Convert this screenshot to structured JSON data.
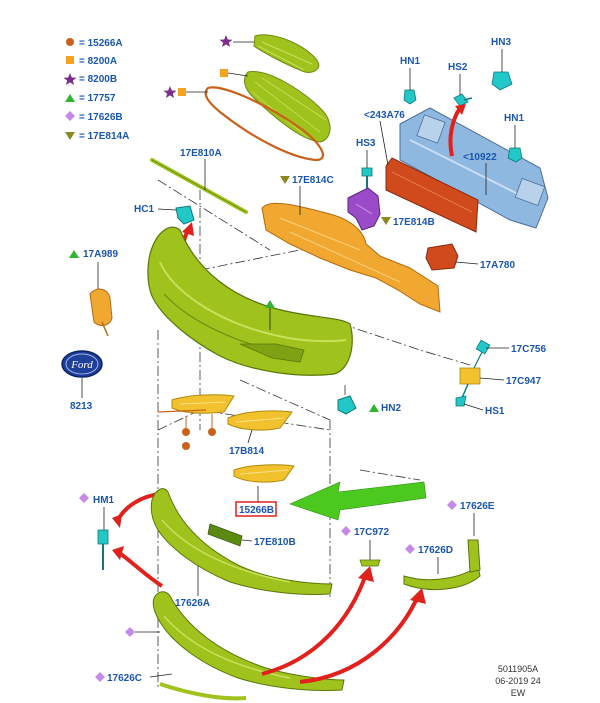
{
  "legend": [
    {
      "symbol": "circle",
      "color": "#c8611a",
      "text": "= 15266A"
    },
    {
      "symbol": "square",
      "color": "#f5a21c",
      "text": "= 8200A"
    },
    {
      "symbol": "star",
      "color": "#7a2d8c",
      "text": "= 8200B"
    },
    {
      "symbol": "triangle-up",
      "color": "#2fb52f",
      "text": "= 17757"
    },
    {
      "symbol": "diamond",
      "color": "#c58ae6",
      "text": "= 17626B"
    },
    {
      "symbol": "triangle-down",
      "color": "#8a8a22",
      "text": "= 17E814A"
    }
  ],
  "labels": {
    "hn1_top": "HN1",
    "hs2": "HS2",
    "hn3": "HN3",
    "r243a76": "<243A76",
    "hn1_right": "HN1",
    "r10922": "<10922",
    "hs3": "HS3",
    "e17e810a": "17E810A",
    "e17e814c": "17E814C",
    "hc1": "HC1",
    "e17e814b": "17E814B",
    "a17a989": "17A989",
    "a17a780": "17A780",
    "c17c756": "17C756",
    "c17c947": "17C947",
    "hs1": "HS1",
    "n8213": "8213",
    "hn2": "HN2",
    "b17b814": "17B814",
    "b15266b": "15266B",
    "hm1": "HM1",
    "e17e810b": "17E810B",
    "c17c972": "17C972",
    "e17626e": "17626E",
    "d17626d": "17626D",
    "a17626a": "17626A",
    "c17626c": "17626C",
    "ford_logo": "Ford"
  },
  "footer": {
    "ref_id": "5011905A",
    "date": "06-2019 24",
    "initials": "EW"
  },
  "colors": {
    "label_blue": "#1a56b0",
    "part_green": "#9fc21c",
    "part_yellow": "#f2c12e",
    "bracket_orange": "#f0a830",
    "beam_blue": "#8fb8e0",
    "absorber_red": "#d04a1e",
    "clip_cyan": "#22c8c8",
    "arrow_red": "#e0211c",
    "arrow_green": "#4cc91e",
    "highlight_red": "#e0211c"
  }
}
